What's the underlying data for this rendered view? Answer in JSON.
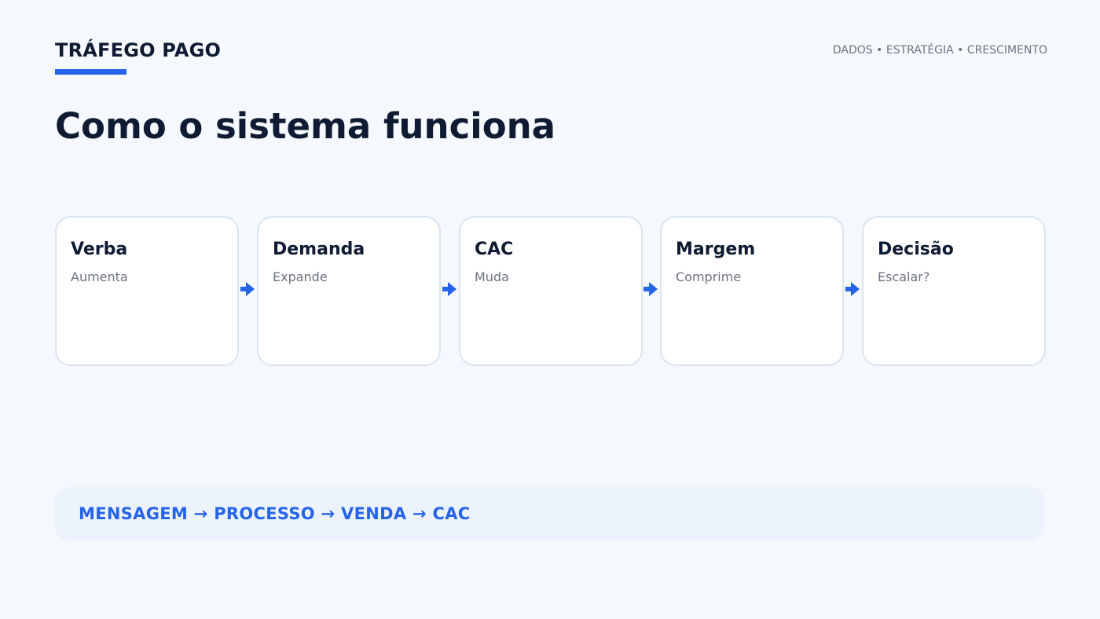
{
  "header": {
    "brand": "TRÁFEGO PAGO",
    "tagline": "DADOS • ESTRATÉGIA • CRESCIMENTO"
  },
  "page_title": "Como o sistema funciona",
  "flow": {
    "steps": [
      {
        "title": "Verba",
        "subtitle": "Aumenta"
      },
      {
        "title": "Demanda",
        "subtitle": "Expande"
      },
      {
        "title": "CAC",
        "subtitle": "Muda"
      },
      {
        "title": "Margem",
        "subtitle": "Comprime"
      },
      {
        "title": "Decisão",
        "subtitle": "Escalar?"
      }
    ],
    "arrow_icon": "arrow-right-icon"
  },
  "footer_bar": {
    "text": "MENSAGEM → PROCESSO → VENDA → CAC"
  },
  "colors": {
    "accent": "#2563eb",
    "title": "#0f1b33",
    "muted": "#6b7280",
    "background": "#f5f9fd",
    "card_border": "#dbe4ef",
    "bar_background": "#ecf3fd"
  }
}
